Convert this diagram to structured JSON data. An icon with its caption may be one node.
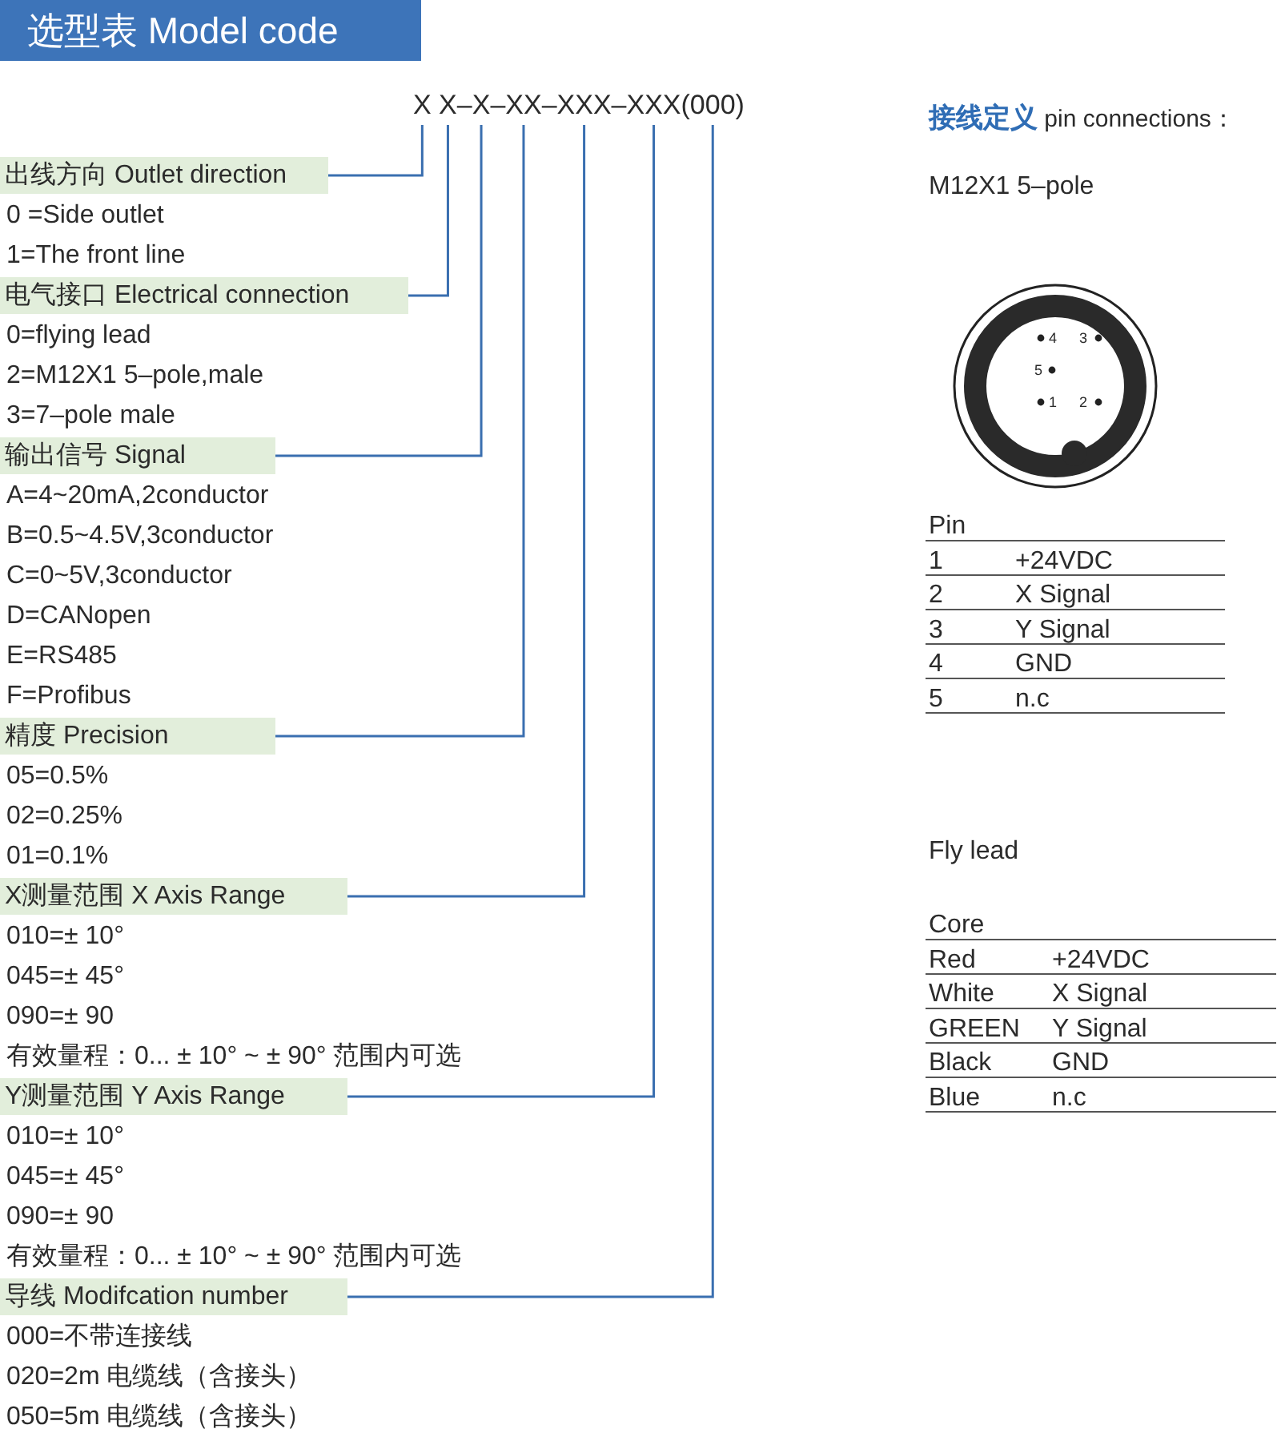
{
  "diagram": {
    "title": "选型表 Model code",
    "nodes": [
      {
        "text": [
          "X X–X–XX–XXX–XXX(000)"
        ]
      },
      {
        "text": [
          "出线方向 Outlet direction"
        ]
      },
      {
        "text": [
          "电气接口 Electrical connection"
        ]
      },
      {
        "text": [
          "输出信号 Signal"
        ]
      },
      {
        "text": [
          "精度 Precision"
        ]
      },
      {
        "text": [
          "X测量范围 X Axis Range"
        ]
      },
      {
        "text": [
          "Y测量范围 Y Axis Range"
        ]
      },
      {
        "text": [
          "导线 Modifcation number"
        ]
      }
    ],
    "edges": [
      {
        "from": 1,
        "to": 0,
        "arrow": "none"
      },
      {
        "from": 2,
        "to": 0,
        "arrow": "none"
      },
      {
        "from": 3,
        "to": 0,
        "arrow": "none"
      },
      {
        "from": 4,
        "to": 0,
        "arrow": "none"
      },
      {
        "from": 5,
        "to": 0,
        "arrow": "none"
      },
      {
        "from": 6,
        "to": 0,
        "arrow": "none"
      },
      {
        "from": 7,
        "to": 0,
        "arrow": "none"
      }
    ],
    "labels": [
      "0 =Side outlet",
      "1=The front line",
      "0=flying lead",
      "2=M12X1 5–pole,male",
      "3=7–pole male",
      "A=4~20mA,2conductor",
      "B=0.5~4.5V,3conductor",
      "C=0~5V,3conductor",
      "D=CANopen",
      "E=RS485",
      "F=Profibus",
      "05=0.5%",
      "02=0.25%",
      "01=0.1%",
      "010=± 10°",
      "045=± 45°",
      "090=± 90",
      "有效量程：0... ± 10° ~ ± 90° 范围内可选",
      "010=± 10°",
      "045=± 45°",
      "090=± 90",
      "有效量程：0... ± 10° ~ ± 90° 范围内可选",
      "000=不带连接线",
      "020=2m 电缆线（含接头）",
      "050=5m 电缆线（含接头）",
      "**接线定义** pin connections：",
      "M12X1 5–pole",
      "4",
      "3",
      "5",
      "1",
      "2",
      "Pin",
      "1",
      "+24VDC",
      "2",
      "X Signal",
      "3",
      "Y Signal",
      "4",
      "GND",
      "5",
      "n.c",
      "Fly lead",
      "Core",
      "Red",
      "+24VDC",
      "White",
      "X Signal",
      "GREEN",
      "Y Signal",
      "Black",
      "GND",
      "Blue",
      "n.c"
    ]
  }
}
